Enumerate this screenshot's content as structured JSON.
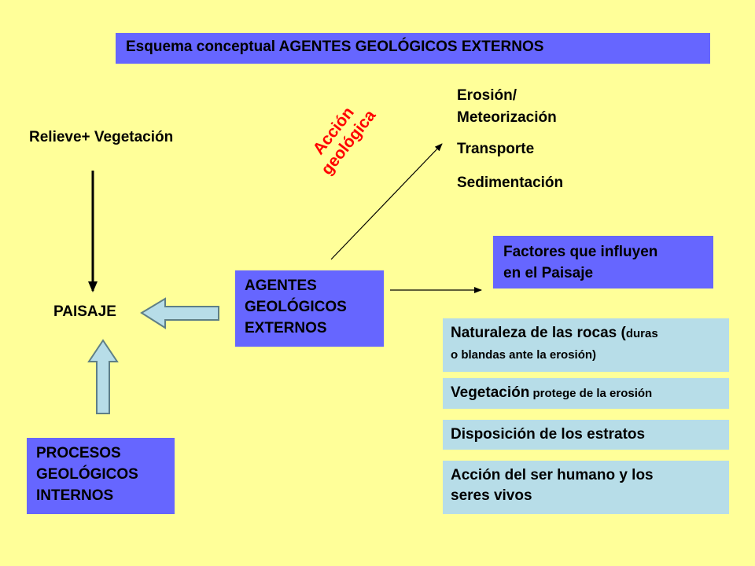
{
  "title": "Esquema conceptual AGENTES GEOLÓGICOS EXTERNOS",
  "relieve": "Relieve+ Vegetación",
  "paisaje": "PAISAJE",
  "agentes": [
    "AGENTES",
    "GEOLÓGICOS",
    "EXTERNOS"
  ],
  "procesos": [
    "PROCESOS",
    "GEOLÓGICOS",
    "INTERNOS"
  ],
  "accion": [
    "Acción",
    "geológica"
  ],
  "acciones": [
    "Erosión/",
    "Meteorización",
    "Transporte",
    "Sedimentación"
  ],
  "factores_title": [
    "Factores que influyen",
    "en el Paisaje"
  ],
  "factores": {
    "f1_main": "Naturaleza de las rocas (",
    "f1_small_a": "duras",
    "f1_small_b": "o blandas  ante la erosión)",
    "f2_main": "Vegetación",
    "f2_small": " protege de la erosión",
    "f3": "Disposición de los estratos",
    "f4": [
      "Acción del ser humano  y los",
      "seres vivos"
    ]
  },
  "colors": {
    "background": "#ffff99",
    "box_blue": "#6666ff",
    "box_light": "#b7dde8",
    "accent_red": "#ff0000"
  }
}
